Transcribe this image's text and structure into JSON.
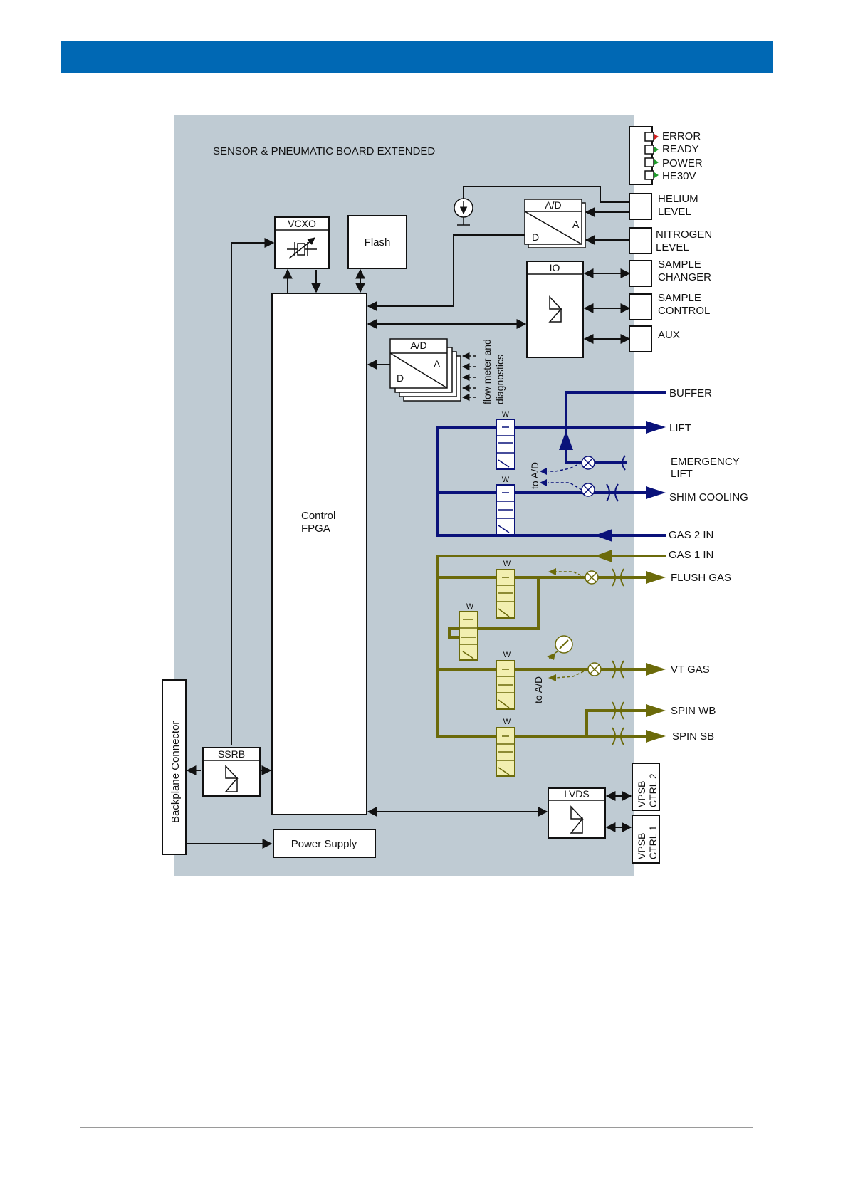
{
  "board": {
    "title": "SENSOR & PNEUMATIC BOARD EXTENDED",
    "background_color": "#bfcbd3",
    "header_color": "#0068b4"
  },
  "blocks": {
    "vcxo": "VCXO",
    "flash": "Flash",
    "fpga_line1": "Control",
    "fpga_line2": "FPGA",
    "ad_top": "A/D",
    "ad_mid": "A/D",
    "ad_a": "A",
    "ad_d": "D",
    "io": "IO",
    "ssrb": "SSRB",
    "lvds": "LVDS",
    "power_supply": "Power Supply",
    "backplane": "Backplane Connector"
  },
  "annotations": {
    "flow_line1": "flow meter and",
    "flow_line2": "diagnostics",
    "to_ad": "to A/D"
  },
  "leds": [
    "ERROR",
    "READY",
    "POWER",
    "HE30V"
  ],
  "connectors": {
    "helium": [
      "HELIUM",
      "LEVEL"
    ],
    "nitrogen": [
      "NITROGEN",
      "LEVEL"
    ],
    "sample_changer": [
      "SAMPLE",
      "CHANGER"
    ],
    "sample_control": [
      "SAMPLE",
      "CONTROL"
    ],
    "aux": "AUX",
    "vpsb2": [
      "VPSB",
      "CTRL 2"
    ],
    "vpsb1": [
      "VPSB",
      "CTRL 1"
    ]
  },
  "gas_lines": {
    "buffer": "BUFFER",
    "lift": "LIFT",
    "emergency": [
      "EMERGENCY",
      "LIFT"
    ],
    "shim": "SHIM COOLING",
    "gas2": "GAS 2 IN",
    "gas1": "GAS 1 IN",
    "flush": "FLUSH GAS",
    "vt": "VT GAS",
    "spin_wb": "SPIN WB",
    "spin_sb": "SPIN SB"
  },
  "colors": {
    "gas2_line": "#0a127a",
    "gas1_line": "#6b6a0a",
    "valve_fill": "#f2efb0",
    "led_red": "#d42020",
    "led_green": "#1e9c2a"
  }
}
